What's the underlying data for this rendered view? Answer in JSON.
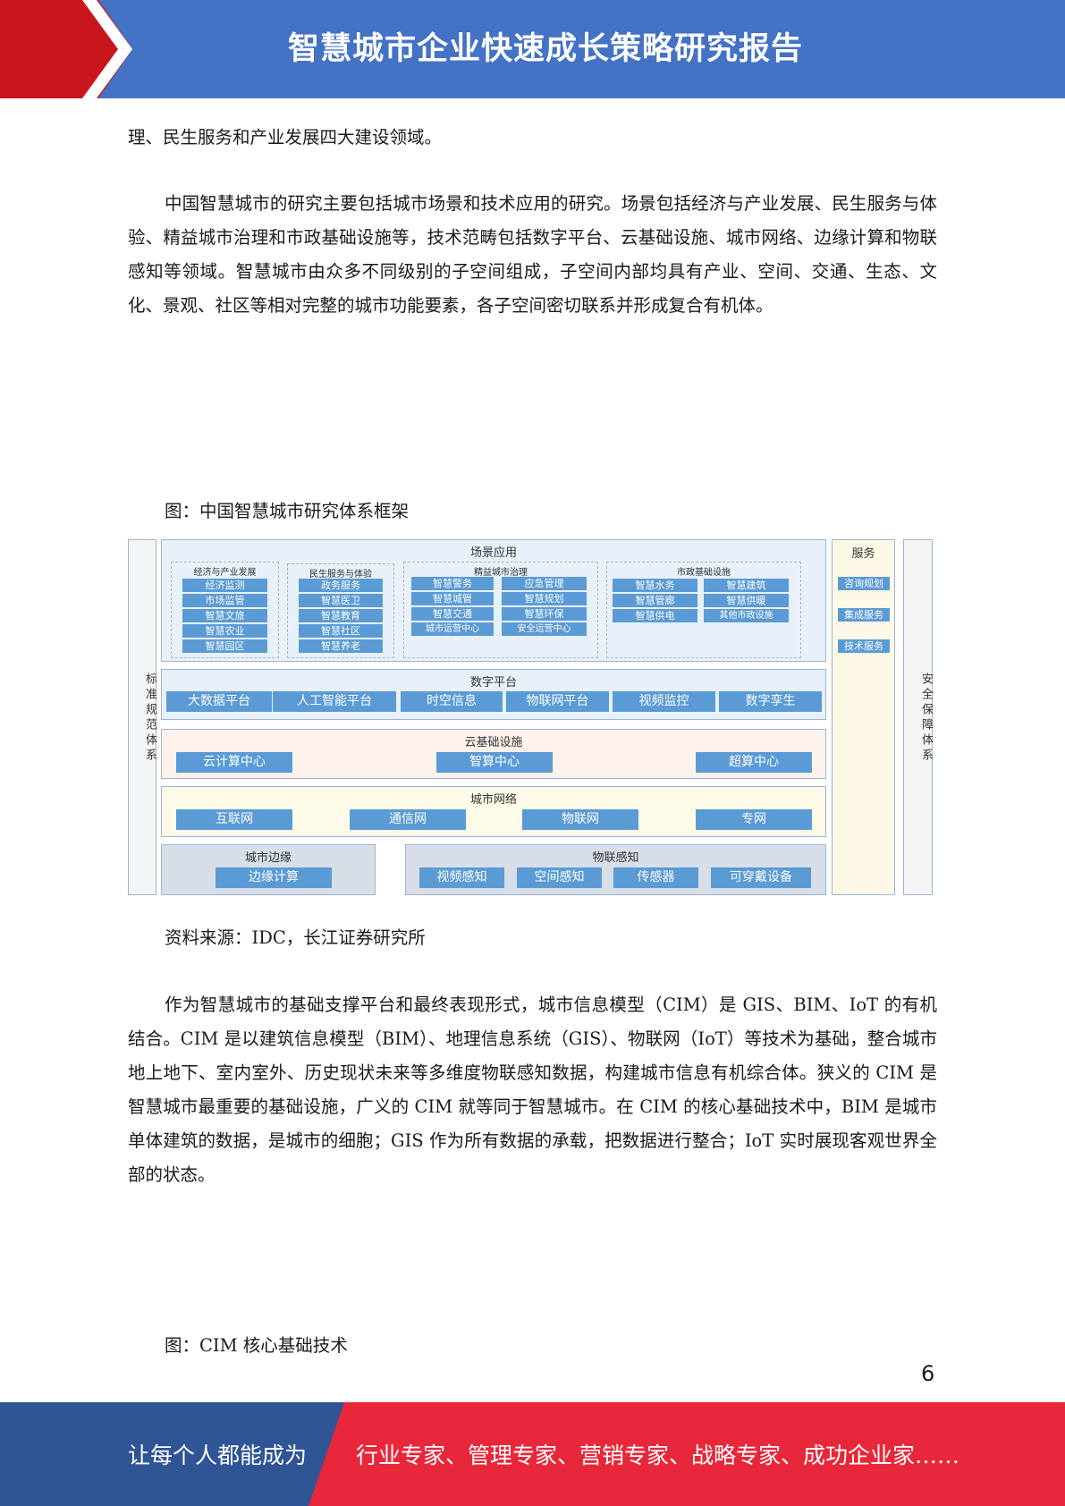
{
  "header": {
    "title": "智慧城市企业快速成长策略研究报告"
  },
  "paragraphs": {
    "p1": "理、民生服务和产业发展四大建设领域。",
    "p2": "中国智慧城市的研究主要包括城市场景和技术应用的研究。场景包括经济与产业发展、民生服务与体验、精益城市治理和市政基础设施等，技术范畴包括数字平台、云基础设施、城市网络、边缘计算和物联感知等领域。智慧城市由众多不同级别的子空间组成，子空间内部均具有产业、空间、交通、生态、文化、景观、社区等相对完整的城市功能要素，各子空间密切联系并形成复合有机体。",
    "p3": "作为智慧城市的基础支撑平台和最终表现形式，城市信息模型（CIM）是 GIS、BIM、IoT 的有机结合。CIM 是以建筑信息模型（BIM）、地理信息系统（GIS）、物联网（IoT）等技术为基础，整合城市地上地下、室内室外、历史现状未来等多维度物联感知数据，构建城市信息有机综合体。狭义的 CIM 是智慧城市最重要的基础设施，广义的 CIM 就等同于智慧城市。在 CIM 的核心基础技术中，BIM 是城市单体建筑的数据，是城市的细胞；GIS 作为所有数据的承载，把数据进行整合；IoT 实时展现客观世界全部的状态。"
  },
  "captions": {
    "figure1": "图：中国智慧城市研究体系框架",
    "source": "资料来源：IDC，长江证券研究所",
    "figure2": "图：CIM 核心基础技术"
  },
  "diagram": {
    "left_label": "标准规范体系",
    "right_label": "安全保障体系",
    "service": {
      "title": "服务",
      "items": [
        "咨询规划",
        "集成服务",
        "技术服务"
      ]
    },
    "scene": {
      "title": "场景应用",
      "groups": [
        {
          "title": "经济与产业发展",
          "items": [
            "经济监测",
            "市场监管",
            "智慧文旅",
            "智慧农业",
            "智慧园区"
          ]
        },
        {
          "title": "民生服务与体验",
          "items": [
            "政务服务",
            "智慧医卫",
            "智慧教育",
            "智慧社区",
            "智慧养老"
          ]
        },
        {
          "title": "精益城市治理",
          "items": [
            "智慧警务",
            "应急管理",
            "智慧城管",
            "智慧规划",
            "智慧交通",
            "智慧环保",
            "城市运营中心",
            "安全运营中心"
          ]
        },
        {
          "title": "市政基础设施",
          "items": [
            "智慧水务",
            "智慧建筑",
            "智慧管廊",
            "智慧供暖",
            "智慧供电",
            "其他市政设施"
          ]
        }
      ]
    },
    "digital": {
      "title": "数字平台",
      "items": [
        "大数据平台",
        "人工智能平台",
        "时空信息",
        "物联网平台",
        "视频监控",
        "数字孪生"
      ]
    },
    "cloud": {
      "title": "云基础设施",
      "items": [
        "云计算中心",
        "智算中心",
        "超算中心"
      ]
    },
    "network": {
      "title": "城市网络",
      "items": [
        "互联网",
        "通信网",
        "物联网",
        "专网"
      ]
    },
    "edge": {
      "title": "城市边缘",
      "items": [
        "边缘计算"
      ]
    },
    "iot": {
      "title": "物联感知",
      "items": [
        "视频感知",
        "空间感知",
        "传感器",
        "可穿戴设备"
      ]
    },
    "colors": {
      "chip": "#5b9bd5",
      "header": "#4472c4",
      "red": "#c9161d",
      "footer_blue": "#2f5597",
      "footer_red": "#e8273a"
    }
  },
  "page_number": "6",
  "footer": {
    "left": "让每个人都能成为",
    "right": "行业专家、管理专家、营销专家、战略专家、成功企业家……"
  }
}
